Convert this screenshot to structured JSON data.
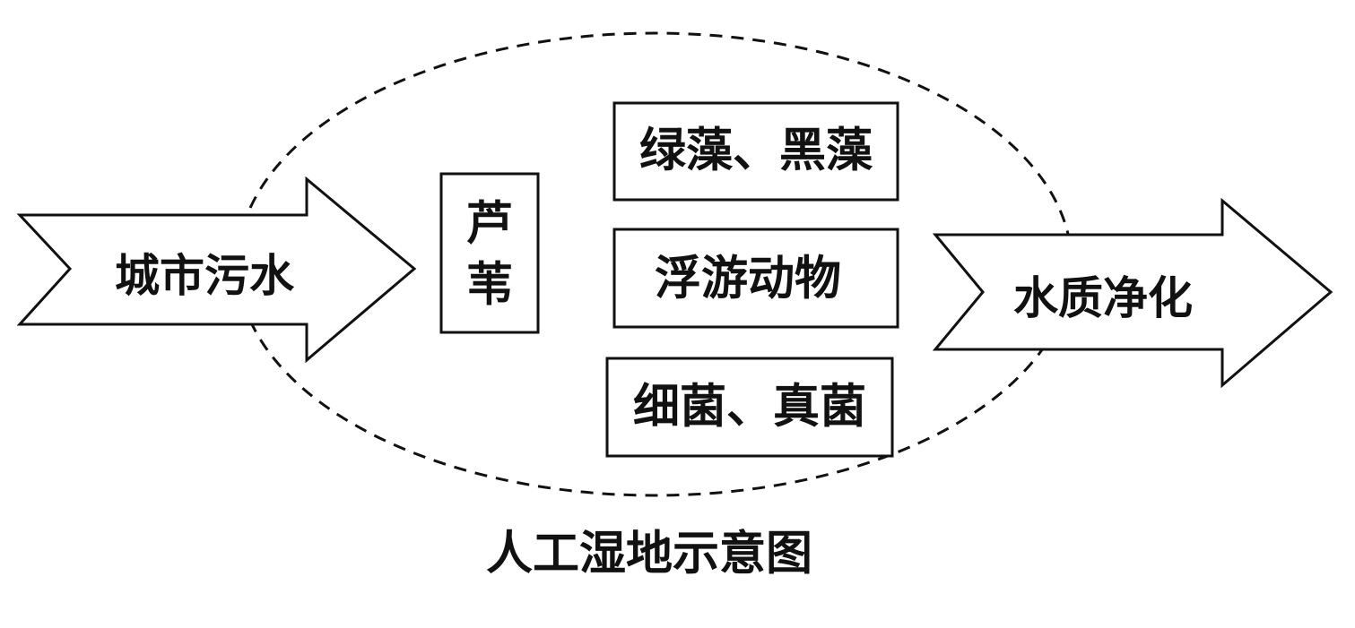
{
  "diagram": {
    "input_arrow": "城市污水",
    "reed_box": [
      "芦",
      "苇"
    ],
    "algae_box": "绿藻、黑藻",
    "zooplankton_box": "浮游动物",
    "microbes_box": "细菌、真菌",
    "output_arrow": "水质净化",
    "caption": "人工湿地示意图"
  }
}
